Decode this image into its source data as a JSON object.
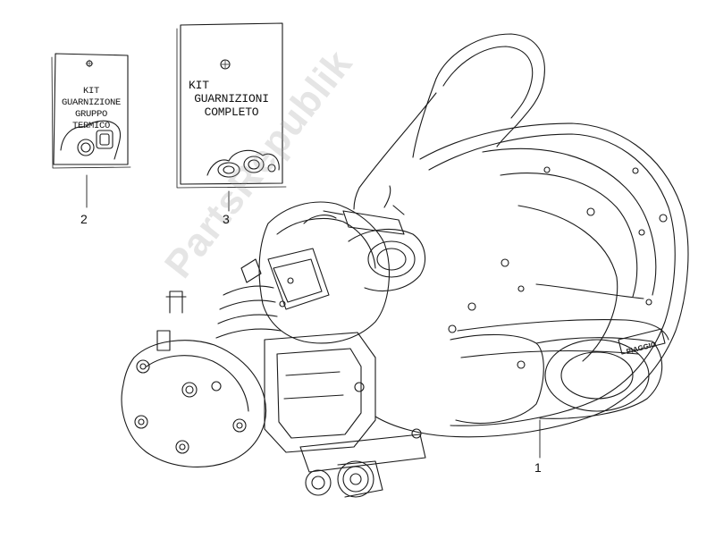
{
  "kits": [
    {
      "ref": "2",
      "lines": [
        "KIT",
        "GUARNIZIONE",
        "GRUPPO",
        "TERMICO"
      ]
    },
    {
      "ref": "3",
      "lines": [
        "KIT",
        "GUARNIZIONI",
        "COMPLETO"
      ]
    }
  ],
  "engine": {
    "ref": "1",
    "brand_text": "PIAGGIO"
  },
  "watermark": "PartsRepublik",
  "colors": {
    "line": "#1a1a1a",
    "watermark": "#a0a0a0"
  }
}
